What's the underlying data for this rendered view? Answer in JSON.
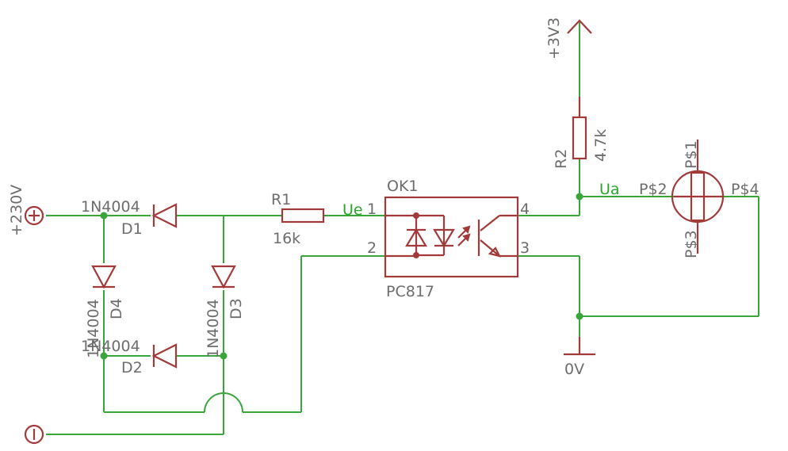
{
  "colors": {
    "wire": "#3aa53a",
    "symbol": "#a33a3a",
    "label": "#6d6d6d",
    "net": "#2aa52a"
  },
  "supply": {
    "plus_label": "+230V",
    "plus_icon": "plus-terminal-icon",
    "minus_icon": "minus-terminal-icon"
  },
  "power": {
    "vcc": "+3V3",
    "gnd": "0V"
  },
  "diodes": {
    "d1": {
      "name": "D1",
      "value": "1N4004"
    },
    "d2": {
      "name": "D2",
      "value": "1N4004"
    },
    "d3": {
      "name": "D3",
      "value": "1N4004"
    },
    "d4": {
      "name": "D4",
      "value": "1N4004"
    }
  },
  "r1": {
    "name": "R1",
    "value": "16k"
  },
  "r2": {
    "name": "R2",
    "value": "4.7k"
  },
  "ok1": {
    "name": "OK1",
    "value": "PC817",
    "pin1": "1",
    "pin2": "2",
    "pin3": "3",
    "pin4": "4"
  },
  "nets": {
    "ue": "Ue",
    "ua": "Ua"
  },
  "conn": {
    "p1": "P$1",
    "p2": "P$2",
    "p3": "P$3",
    "p4": "P$4"
  }
}
